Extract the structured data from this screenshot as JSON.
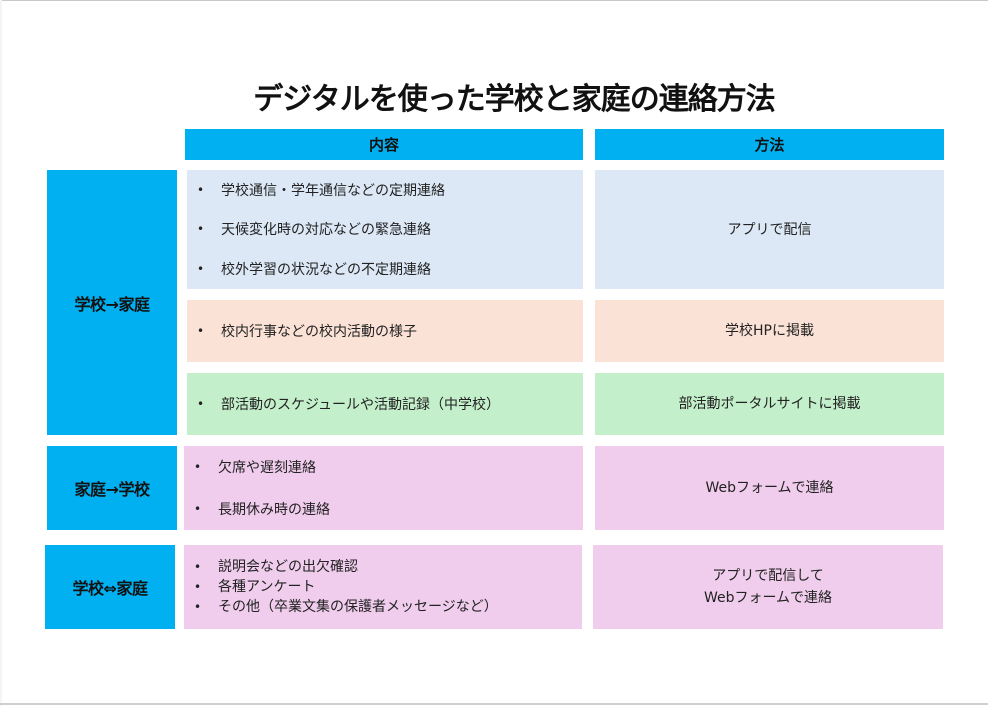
{
  "title": "デジタルを使った学校と家庭の連絡方法",
  "headers": {
    "content": "内容",
    "method": "方法"
  },
  "colors": {
    "header": "#00b0f0",
    "label": "#00b0f0",
    "blue_row": "#dce8f5",
    "peach_row": "#fbe2d6",
    "green_row": "#c4efcb",
    "pink_row": "#f0cded"
  },
  "groups": [
    {
      "label": "学校→家庭",
      "rows": [
        {
          "items": [
            "学校通信・学年通信などの定期連絡",
            "天候変化時の対応などの緊急連絡",
            "校外学習の状況などの不定期連絡"
          ],
          "method": [
            "アプリで配信"
          ]
        },
        {
          "items": [
            "校内行事などの校内活動の様子"
          ],
          "method": [
            "学校HPに掲載"
          ]
        },
        {
          "items": [
            "部活動のスケジュールや活動記録（中学校）"
          ],
          "method": [
            "部活動ポータルサイトに掲載"
          ]
        }
      ]
    },
    {
      "label": "家庭→学校",
      "rows": [
        {
          "items": [
            "欠席や遅刻連絡",
            "長期休み時の連絡"
          ],
          "method": [
            "Webフォームで連絡"
          ]
        }
      ]
    },
    {
      "label": "学校⇔家庭",
      "rows": [
        {
          "items": [
            "説明会などの出欠確認",
            "各種アンケート",
            "その他（卒業文集の保護者メッセージなど）"
          ],
          "method": [
            "アプリで配信して",
            "Webフォームで連絡"
          ]
        }
      ]
    }
  ],
  "bullet_glyph": "•"
}
